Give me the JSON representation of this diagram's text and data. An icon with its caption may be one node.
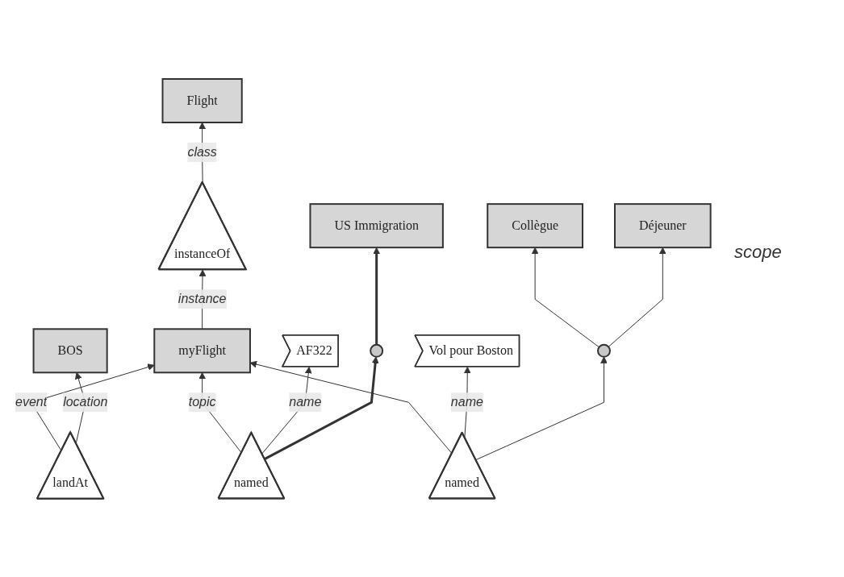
{
  "diagram": {
    "nodes": [
      {
        "text": [
          "Flight"
        ]
      },
      {
        "text": [
          "instanceOf"
        ]
      },
      {
        "text": [
          "myFlight"
        ]
      },
      {
        "text": [
          "landAt"
        ]
      },
      {
        "text": [
          "BOS"
        ]
      },
      {
        "text": [
          "AF322"
        ]
      },
      {
        "text": [
          "named"
        ]
      },
      {
        "text": [
          "named"
        ]
      },
      {
        "text": [
          "Vol pour Boston"
        ]
      },
      {
        "text": [
          "US Immigration"
        ]
      },
      {
        "text": [],
        "shape": "ellipse"
      },
      {
        "text": [],
        "shape": "ellipse"
      },
      {
        "text": [
          "Collègue"
        ]
      },
      {
        "text": [
          "Déjeuner"
        ]
      }
    ],
    "edges": [
      {
        "from": 1,
        "to": 0,
        "arrow": "to",
        "label": "class"
      },
      {
        "from": 2,
        "to": 1,
        "arrow": "to",
        "label": "instance"
      },
      {
        "from": 3,
        "to": 2,
        "arrow": "to",
        "label": "event"
      },
      {
        "from": 3,
        "to": 4,
        "arrow": "to",
        "label": "location"
      },
      {
        "from": 6,
        "to": 2,
        "arrow": "to",
        "label": "topic"
      },
      {
        "from": 7,
        "to": 2,
        "arrow": "to"
      },
      {
        "from": 6,
        "to": 5,
        "arrow": "to",
        "label": "name"
      },
      {
        "from": 7,
        "to": 8,
        "arrow": "to",
        "label": "name"
      },
      {
        "from": 6,
        "to": 10,
        "arrow": "to",
        "style": "thick"
      },
      {
        "from": 7,
        "to": 11,
        "arrow": "to"
      },
      {
        "from": 10,
        "to": 9,
        "arrow": "to",
        "style": "thick"
      },
      {
        "from": 11,
        "to": 12,
        "arrow": "to"
      },
      {
        "from": 11,
        "to": 13,
        "arrow": "to"
      }
    ],
    "labels": [
      "scope"
    ]
  }
}
